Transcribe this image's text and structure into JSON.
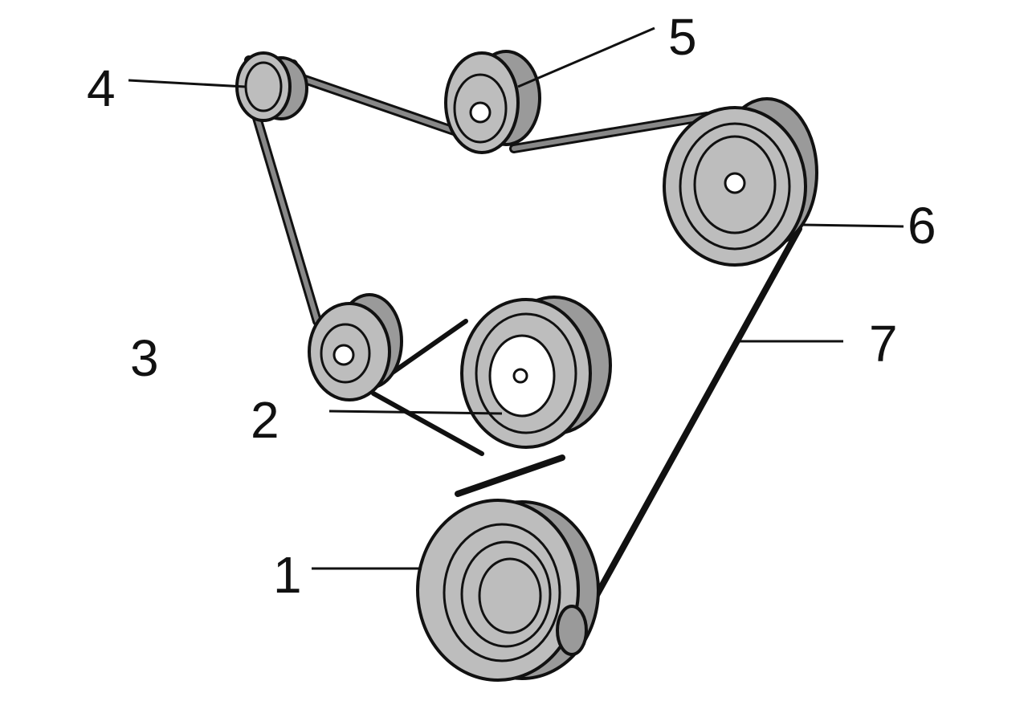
{
  "diagram": {
    "labels": [
      "1",
      "2",
      "3",
      "4",
      "5",
      "6",
      "7"
    ],
    "colors": {
      "line": "#111111",
      "pulley": "#bdbdbd",
      "background": "#ffffff"
    }
  }
}
